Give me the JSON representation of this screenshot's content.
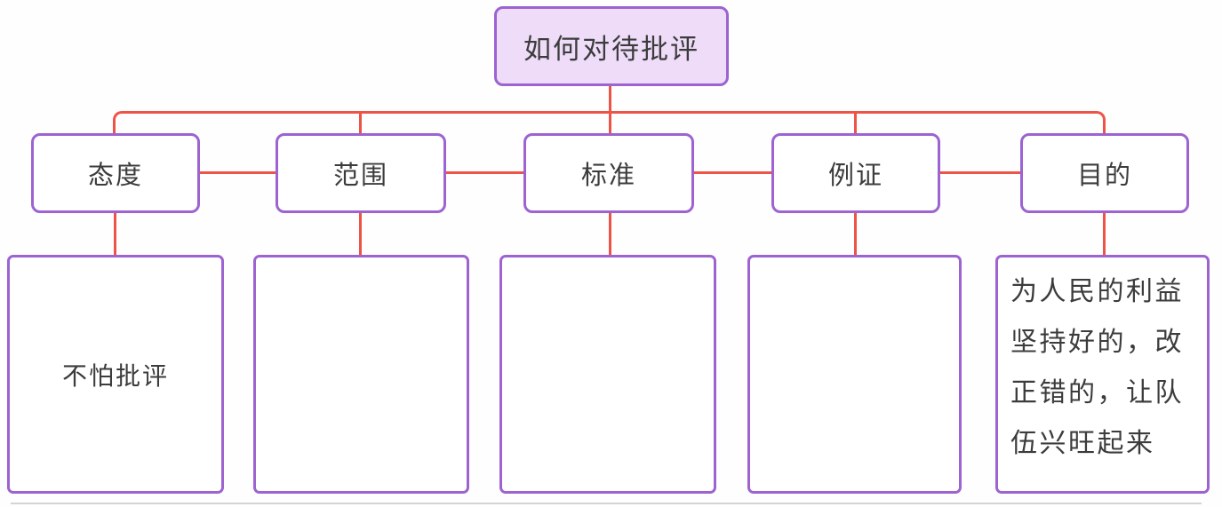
{
  "diagram": {
    "root": {
      "label": "如何对待批评"
    },
    "branches": [
      {
        "key": "attitude",
        "label": "态度",
        "detail": "不怕批评"
      },
      {
        "key": "scope",
        "label": "范围",
        "detail": ""
      },
      {
        "key": "standard",
        "label": "标准",
        "detail": ""
      },
      {
        "key": "evidence",
        "label": "例证",
        "detail": ""
      },
      {
        "key": "purpose",
        "label": "目的",
        "detail": "为人民的利益坚持好的，改正错的，让队伍兴旺起来"
      }
    ],
    "colors": {
      "node_border": "#9c63d1",
      "root_fill": "#eedcf8",
      "connector": "#ee5347",
      "text": "#3c3c3c"
    }
  }
}
